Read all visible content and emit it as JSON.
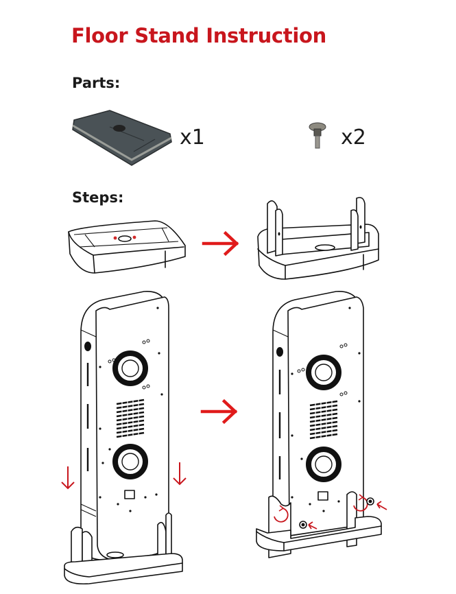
{
  "document": {
    "title": "Floor Stand Instruction",
    "accent_color": "#c8161d",
    "parts": {
      "heading": "Parts:",
      "items": [
        {
          "name": "stand-base",
          "icon": "base-plate-icon",
          "quantity": "x1"
        },
        {
          "name": "thumb-screw",
          "icon": "thumb-screw-icon",
          "quantity": "x2"
        }
      ]
    },
    "steps": {
      "heading": "Steps:",
      "items": [
        {
          "from": "flat-base-illustration",
          "arrow": "arrow-right-icon",
          "to": "assembled-base-illustration"
        },
        {
          "from": "device-lowering-illustration",
          "arrow": "arrow-right-icon",
          "to": "device-mounted-illustration"
        }
      ]
    }
  }
}
